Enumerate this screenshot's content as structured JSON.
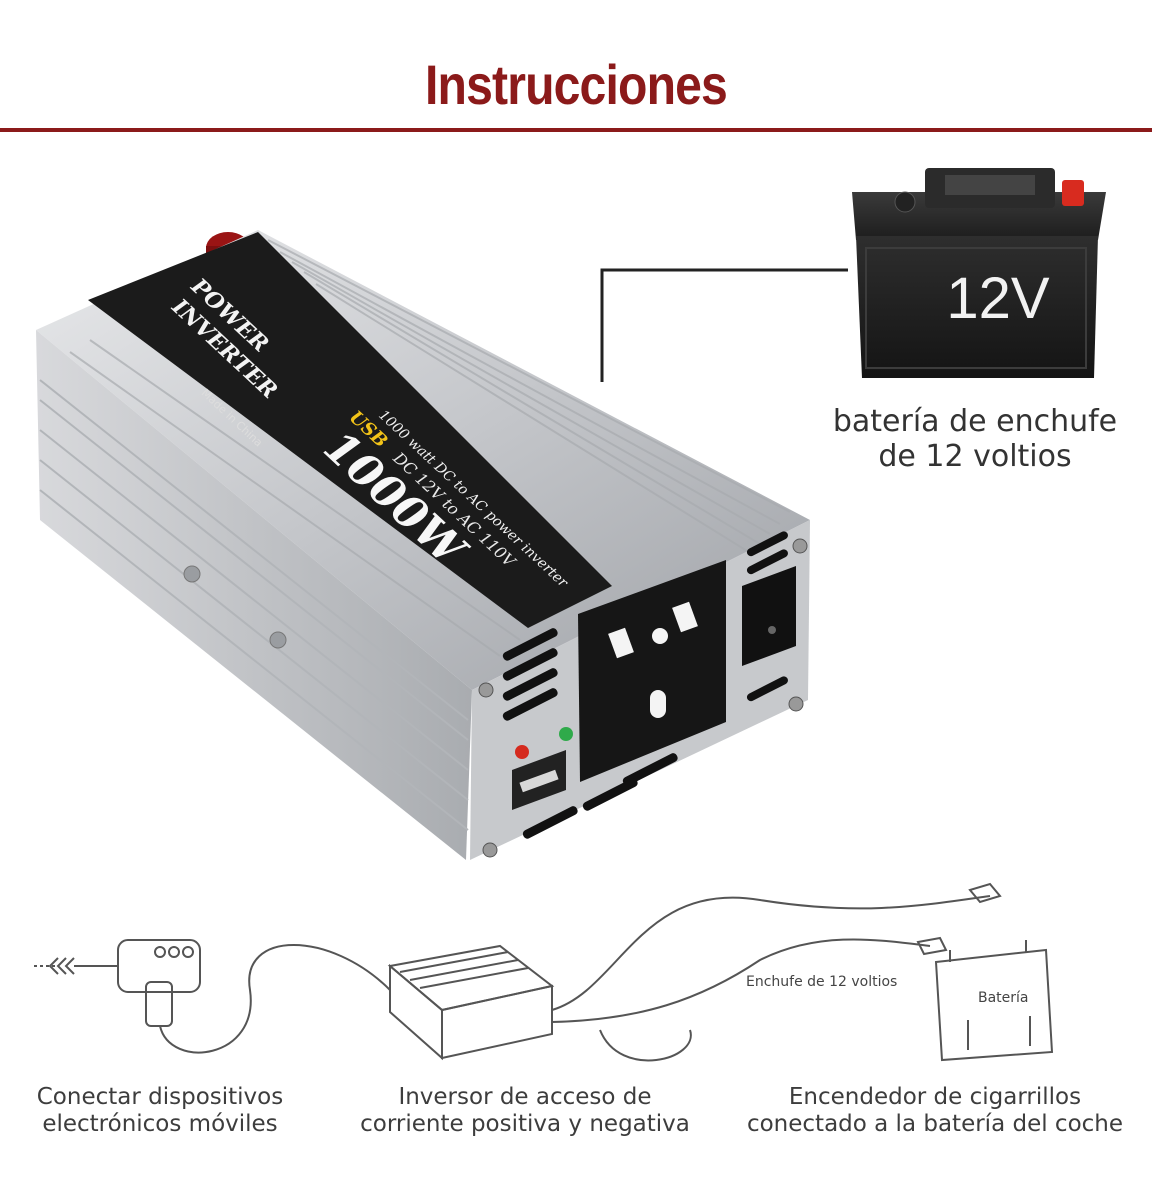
{
  "title": "Instrucciones",
  "battery_caption": [
    "batería de enchufe",
    "de 12 voltios"
  ],
  "battery_label": "12V",
  "inverter_print": {
    "brand_line1": "POWER",
    "brand_line2": "INVERTER",
    "made_in": "Made in China",
    "spec_line": "1000 watt DC to AC power inverter",
    "usb": "USB",
    "conversion": "DC 12V to AC 110V",
    "wattage": "1000W"
  },
  "diagram_labels": {
    "plug": "Enchufe de 12 voltios",
    "battery": "Batería"
  },
  "captions": {
    "devices": [
      "Conectar dispositivos",
      "electrónicos móviles"
    ],
    "inverter": [
      "Inversor de acceso de",
      "corriente positiva y negativa"
    ],
    "lighter": [
      "Encendedor de cigarrillos",
      "conectado a la batería del coche"
    ]
  },
  "colors": {
    "accent": "#8b1a1a",
    "silver": "#c9cbce",
    "panel": "#1b1b1b",
    "battery_body": "#2a2a2a",
    "terminal_red": "#d82b1f",
    "usb_yellow": "#f2c318"
  }
}
